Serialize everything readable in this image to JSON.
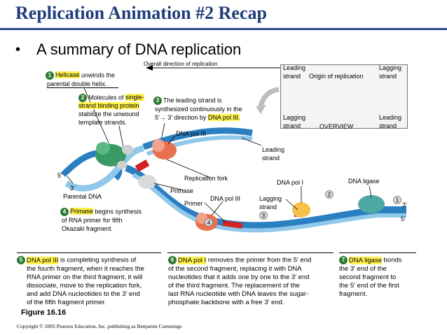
{
  "title": "Replication Animation #2 Recap",
  "bullet": "A summary of DNA replication",
  "overall_direction": "Overall direction of replication",
  "overview": {
    "leading_strand_tl": "Leading strand",
    "origin": "Origin of replication",
    "lagging_strand_tr": "Lagging strand",
    "lagging_strand_bl": "Lagging strand",
    "overview_label": "OVERVIEW",
    "leading_strand_br": "Leading strand"
  },
  "steps": {
    "s1_num": "1",
    "s1_hl": "Helicase",
    "s1_rest": " unwinds the",
    "s1_line2": "parental double helix.",
    "s2_num": "2",
    "s2_pre": "Molecules of ",
    "s2_hl1": "single-",
    "s2_hl2": "strand binding protein",
    "s2_line3": "stabilize the unwound",
    "s2_line4": "template strands.",
    "s3_num": "3",
    "s3_line1": "The leading strand is",
    "s3_line2": "synthesized continuously in the",
    "s3_line3_pre": "5′→ 3′ direction by ",
    "s3_hl": "DNA pol III.",
    "s4_num": "4",
    "s4_hl": "Primase",
    "s4_rest": " begins synthesis",
    "s4_line2": "of RNA primer for fifth",
    "s4_line3": "Okazaki fragment.",
    "s5_num": "5",
    "s5_hl": "DNA pol III",
    "s5_rest": " is completing synthesis of",
    "s5_line2": "the fourth fragment, when it reaches the",
    "s5_line3": "RNA primer on the third fragment, it will",
    "s5_line4": "dissociate, move to the replication fork,",
    "s5_line5": "and add DNA nucleotides to the 3′ end",
    "s5_line6": "of the fifth fragment primer.",
    "s6_num": "6",
    "s6_hl": "DNA pol I",
    "s6_rest": " removes the primer from the 5′ end",
    "s6_line2": "of the second fragment, replacing it with DNA",
    "s6_line3": "nucleotides that it adds one by one to the 3′ end",
    "s6_line4": "of the third fragment. The replacement of the",
    "s6_line5": "last RNA nucleotide with DNA leaves the sugar-",
    "s6_line6": "phosphate backbone with a free 3′ end.",
    "s7_num": "7",
    "s7_hl": "DNA ligase",
    "s7_rest": " bonds",
    "s7_line2": "the 3′ end of the",
    "s7_line3": "second fragment to",
    "s7_line4": "the 5′ end of the first",
    "s7_line5": "fragment."
  },
  "labels": {
    "dna_pol_iii_top": "DNA pol III",
    "leading_strand": "Leading strand",
    "replication_fork": "Replication fork",
    "five_prime_left": "5′",
    "three_prime_left": "3′",
    "parental_dna": "Parental DNA",
    "primase": "Primase",
    "primer": "Primer",
    "dna_pol_iii_mid": "DNA pol III",
    "lagging_strand": "Lagging strand",
    "dna_pol_i": "DNA pol I",
    "dna_ligase": "DNA ligase",
    "three_prime_right": "3′",
    "five_prime_right": "5′",
    "frag1": "1",
    "frag2": "2",
    "frag3": "3",
    "frag4": "4"
  },
  "caption": "Figure 16.16",
  "copyright": "Copyright © 2005 Pearson Education, Inc. publishing as Benjamin Cummings",
  "colors": {
    "title": "#1f3b7a",
    "strand_blue": "#2a7fc1",
    "strand_light": "#8fc8ea",
    "primer_red": "#d32222",
    "helicase_green": "#3a9a63",
    "pol_orange": "#e8704f",
    "highlight_yellow": "#fff24d"
  }
}
